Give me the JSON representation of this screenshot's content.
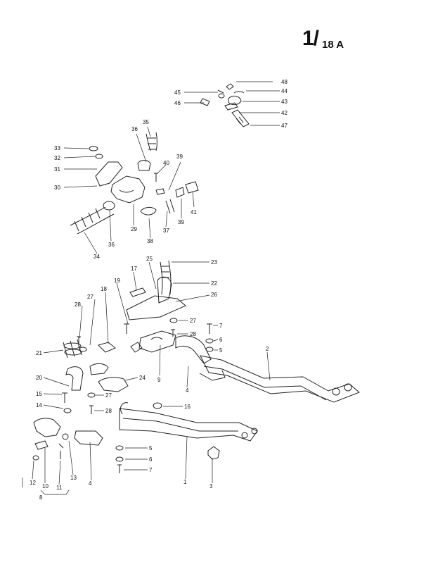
{
  "title": {
    "main": "1/",
    "sub": "18 A"
  },
  "callouts": [
    {
      "id": "48",
      "text": "48"
    },
    {
      "id": "44",
      "text": "44"
    },
    {
      "id": "45",
      "text": "45"
    },
    {
      "id": "46",
      "text": "46"
    },
    {
      "id": "43",
      "text": "43"
    },
    {
      "id": "42",
      "text": "42"
    },
    {
      "id": "47",
      "text": "47"
    },
    {
      "id": "36a",
      "text": "36"
    },
    {
      "id": "35",
      "text": "35"
    },
    {
      "id": "33",
      "text": "33"
    },
    {
      "id": "32",
      "text": "32"
    },
    {
      "id": "31",
      "text": "31"
    },
    {
      "id": "39a",
      "text": "39"
    },
    {
      "id": "40",
      "text": "40"
    },
    {
      "id": "30",
      "text": "30"
    },
    {
      "id": "41",
      "text": "41"
    },
    {
      "id": "29",
      "text": "29"
    },
    {
      "id": "37",
      "text": "37"
    },
    {
      "id": "39b",
      "text": "39"
    },
    {
      "id": "36b",
      "text": "36"
    },
    {
      "id": "38",
      "text": "38"
    },
    {
      "id": "34",
      "text": "34"
    },
    {
      "id": "25",
      "text": "25"
    },
    {
      "id": "23",
      "text": "23"
    },
    {
      "id": "17",
      "text": "17"
    },
    {
      "id": "22",
      "text": "22"
    },
    {
      "id": "19",
      "text": "19"
    },
    {
      "id": "18",
      "text": "18"
    },
    {
      "id": "26",
      "text": "26"
    },
    {
      "id": "27a",
      "text": "27"
    },
    {
      "id": "28a",
      "text": "28"
    },
    {
      "id": "27b",
      "text": "27"
    },
    {
      "id": "28b",
      "text": "28"
    },
    {
      "id": "7a",
      "text": "7"
    },
    {
      "id": "6a",
      "text": "6"
    },
    {
      "id": "5a",
      "text": "5"
    },
    {
      "id": "2",
      "text": "2"
    },
    {
      "id": "21",
      "text": "21"
    },
    {
      "id": "9",
      "text": "9"
    },
    {
      "id": "24",
      "text": "24"
    },
    {
      "id": "20",
      "text": "20"
    },
    {
      "id": "4a",
      "text": "4"
    },
    {
      "id": "15",
      "text": "15"
    },
    {
      "id": "27c",
      "text": "27"
    },
    {
      "id": "14",
      "text": "14"
    },
    {
      "id": "28c",
      "text": "28"
    },
    {
      "id": "16",
      "text": "16"
    },
    {
      "id": "5b",
      "text": "5"
    },
    {
      "id": "6b",
      "text": "6"
    },
    {
      "id": "7b",
      "text": "7"
    },
    {
      "id": "1",
      "text": "1"
    },
    {
      "id": "13",
      "text": "13"
    },
    {
      "id": "3",
      "text": "3"
    },
    {
      "id": "12",
      "text": "12"
    },
    {
      "id": "10",
      "text": "10"
    },
    {
      "id": "11",
      "text": "11"
    },
    {
      "id": "4b",
      "text": "4"
    },
    {
      "id": "8",
      "text": "8"
    }
  ]
}
